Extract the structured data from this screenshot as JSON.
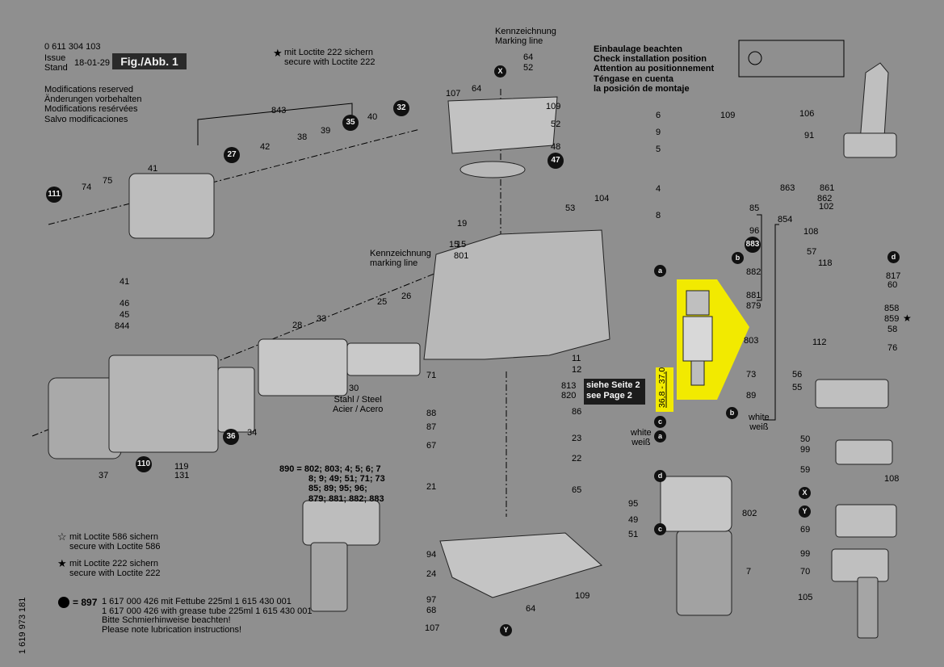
{
  "header": {
    "part_number": "0 611 304 103",
    "issue_label": "Issue",
    "stand_label": "Stand",
    "date": "18-01-29",
    "fig_label": "Fig./Abb. 1"
  },
  "modifications": [
    "Modifications reserved",
    "Änderungen vorbehalten",
    "Modifications resérvées",
    "Salvo modificaciones"
  ],
  "loctite_top": [
    "mit Loctite 222 sichern",
    "secure with Loctite 222"
  ],
  "marking_top": [
    "Kennzeichnung",
    "Marking line"
  ],
  "install_note": [
    "Einbaulage beachten",
    "Check installation position",
    "Attention au positionnement",
    "Téngase en cuenta",
    "la posición de montaje"
  ],
  "marking_mid": [
    "Kennzeichnung",
    "marking line"
  ],
  "steel_note": [
    "Stahl / Steel",
    "Acier / Acero"
  ],
  "siehe": [
    "siehe Seite 2",
    "see Page 2"
  ],
  "dimension": "36,8 - 37,0",
  "white1": [
    "white",
    "weiß"
  ],
  "white2": [
    "white",
    "weiß"
  ],
  "set_890": [
    "890 = 802; 803; 4; 5; 6; 7",
    "8; 9; 49; 51; 71; 73",
    "85; 89; 95; 96;",
    "879; 881; 882; 883"
  ],
  "legend": {
    "loctite586": [
      "mit Loctite 586 sichern",
      "secure with Loctite 586"
    ],
    "loctite222": [
      "mit Loctite 222 sichern",
      "secure with Loctite 222"
    ],
    "grease_num": "= 897",
    "grease": [
      "1 617 000 426 mit Fettube 225ml 1 615 430 001",
      "1 617 000 426 with grease tube 225ml 1 615 430 001",
      "Bitte Schmierhinweise beachten!",
      "Please note lubrication instructions!"
    ]
  },
  "doc_number": "1 619 973 181",
  "badges": {
    "b111": "111",
    "b27": "27",
    "b35": "35",
    "b32": "32",
    "bX1": "X",
    "b47": "47",
    "b36": "36",
    "b110": "110",
    "bY1": "Y",
    "b883": "883",
    "bX2": "X",
    "bY2": "Y",
    "ba1": "a",
    "bb1": "b",
    "bc1": "c",
    "bb2": "b",
    "ba2": "a",
    "bd1": "d",
    "bd2": "d",
    "bc2": "c"
  },
  "labels": {
    "l843": "843",
    "l41a": "41",
    "l42": "42",
    "l38": "38",
    "l39": "39",
    "l40": "40",
    "l74": "74",
    "l75": "75",
    "l41b": "41",
    "l46": "46",
    "l45": "45",
    "l844": "844",
    "l28": "28",
    "l33": "33",
    "l25": "25",
    "l26": "26",
    "l30": "30",
    "l34": "34",
    "l37": "37",
    "l119": "119",
    "l131": "131",
    "l107a": "107",
    "l64a": "64",
    "l109a": "109",
    "l52a": "52",
    "l48": "48",
    "l19": "19",
    "l15": "15",
    "l801": "801",
    "l104": "104",
    "l53": "53",
    "l71": "71",
    "l64top": "64",
    "l52top": "52",
    "l88": "88",
    "l87": "87",
    "l67": "67",
    "l21": "21",
    "l94": "94",
    "l24": "24",
    "l97": "97",
    "l68": "68",
    "l107b": "107",
    "l64b": "64",
    "l109b": "109",
    "l11": "11",
    "l12": "12",
    "l813": "813",
    "l820": "820",
    "l86": "86",
    "l23": "23",
    "l22": "22",
    "l65": "65",
    "l6": "6",
    "l9": "9",
    "l5": "5",
    "l4": "4",
    "l109c": "109",
    "l8": "8",
    "l85": "85",
    "l96": "96",
    "l882": "882",
    "l881": "881",
    "l879": "879",
    "l803": "803",
    "l73": "73",
    "l89": "89",
    "l95": "95",
    "l49": "49",
    "l51": "51",
    "l802": "802",
    "l7": "7",
    "l106": "106",
    "l91": "91",
    "l863": "863",
    "l861": "861",
    "l862": "862",
    "l102": "102",
    "l854": "854",
    "l108a": "108",
    "l57": "57",
    "l118": "118",
    "l817": "817",
    "l60": "60",
    "l858": "858",
    "l859": "859",
    "l58": "58",
    "l112": "112",
    "l76": "76",
    "l56": "56",
    "l55": "55",
    "l50": "50",
    "l99a": "99",
    "l59": "59",
    "l108b": "108",
    "l69": "69",
    "l99b": "99",
    "l70": "70",
    "l105": "105"
  },
  "colors": {
    "background": "#8f8f8f",
    "highlight": "#f2ea00",
    "ink": "#000000"
  }
}
